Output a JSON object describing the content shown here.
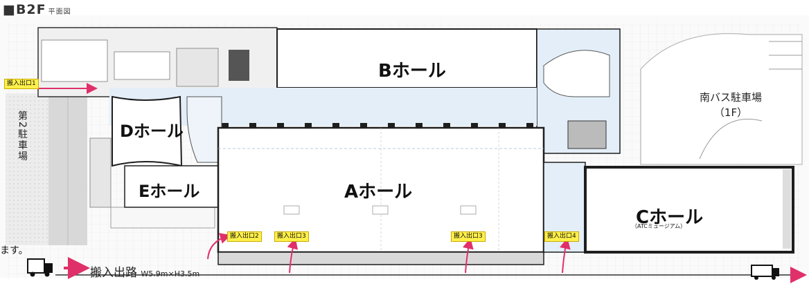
{
  "floor": {
    "label": "■B2F",
    "sub": "平面図"
  },
  "halls": {
    "a": "Aホール",
    "b": "Bホール",
    "c": "Cホール",
    "c_sub": "（ATCミュージアム）",
    "d": "Dホール",
    "e": "Eホール"
  },
  "parking": {
    "south_bus": [
      "南バス駐車場",
      "（1F）"
    ],
    "lot2": "第2駐車場"
  },
  "entrances": [
    "搬入出口1",
    "搬入出口2",
    "搬入出口3",
    "搬入出口3",
    "搬入出口4"
  ],
  "route": {
    "label": "搬入出路",
    "dims": "W5.9m×H3.5m"
  },
  "cut_text": "ます。",
  "colors": {
    "arrow": "#e0306a",
    "entrance_fill": "#fff04a",
    "wall": "#1e1e1e",
    "floor_tint": "#e3eef8"
  }
}
